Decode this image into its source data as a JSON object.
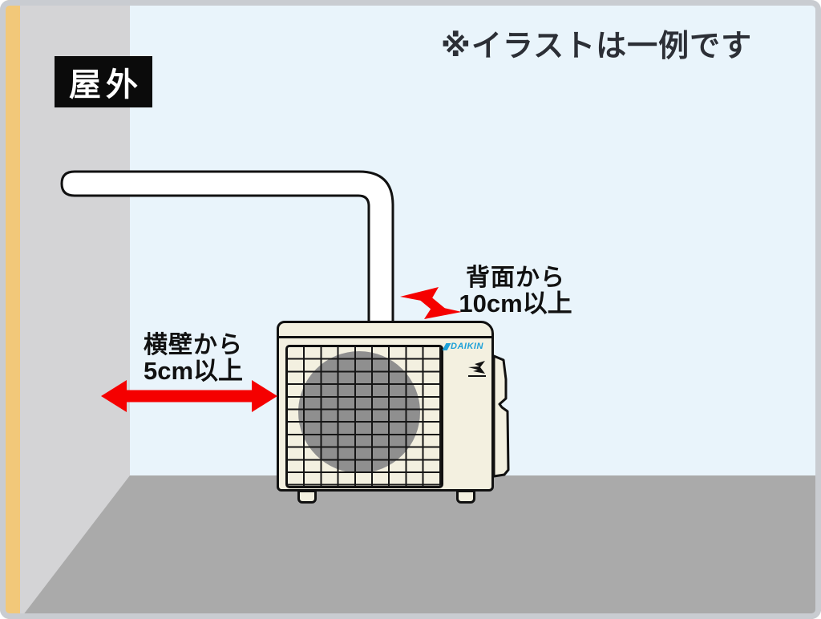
{
  "note": "※イラストは一例です",
  "scene_label": "屋外",
  "clearance_side": {
    "line1": "横壁から",
    "line2": "5cm以上"
  },
  "clearance_back": {
    "line1": "背面から",
    "line2": "10cm以上"
  },
  "unit": {
    "brand": "DAIKIN"
  },
  "colors": {
    "accent_red": "#f50000",
    "brand_blue": "#1da0d8",
    "wall_blue": "#e9f4fb",
    "side_wall_gray": "#d4d4d6",
    "pillar_yellow": "#f2c879",
    "floor_gray": "#aaaaaa",
    "unit_cream": "#f3f0e0",
    "fan_gray": "#8f8f8f",
    "label_bg_black": "#0b0b0b"
  }
}
